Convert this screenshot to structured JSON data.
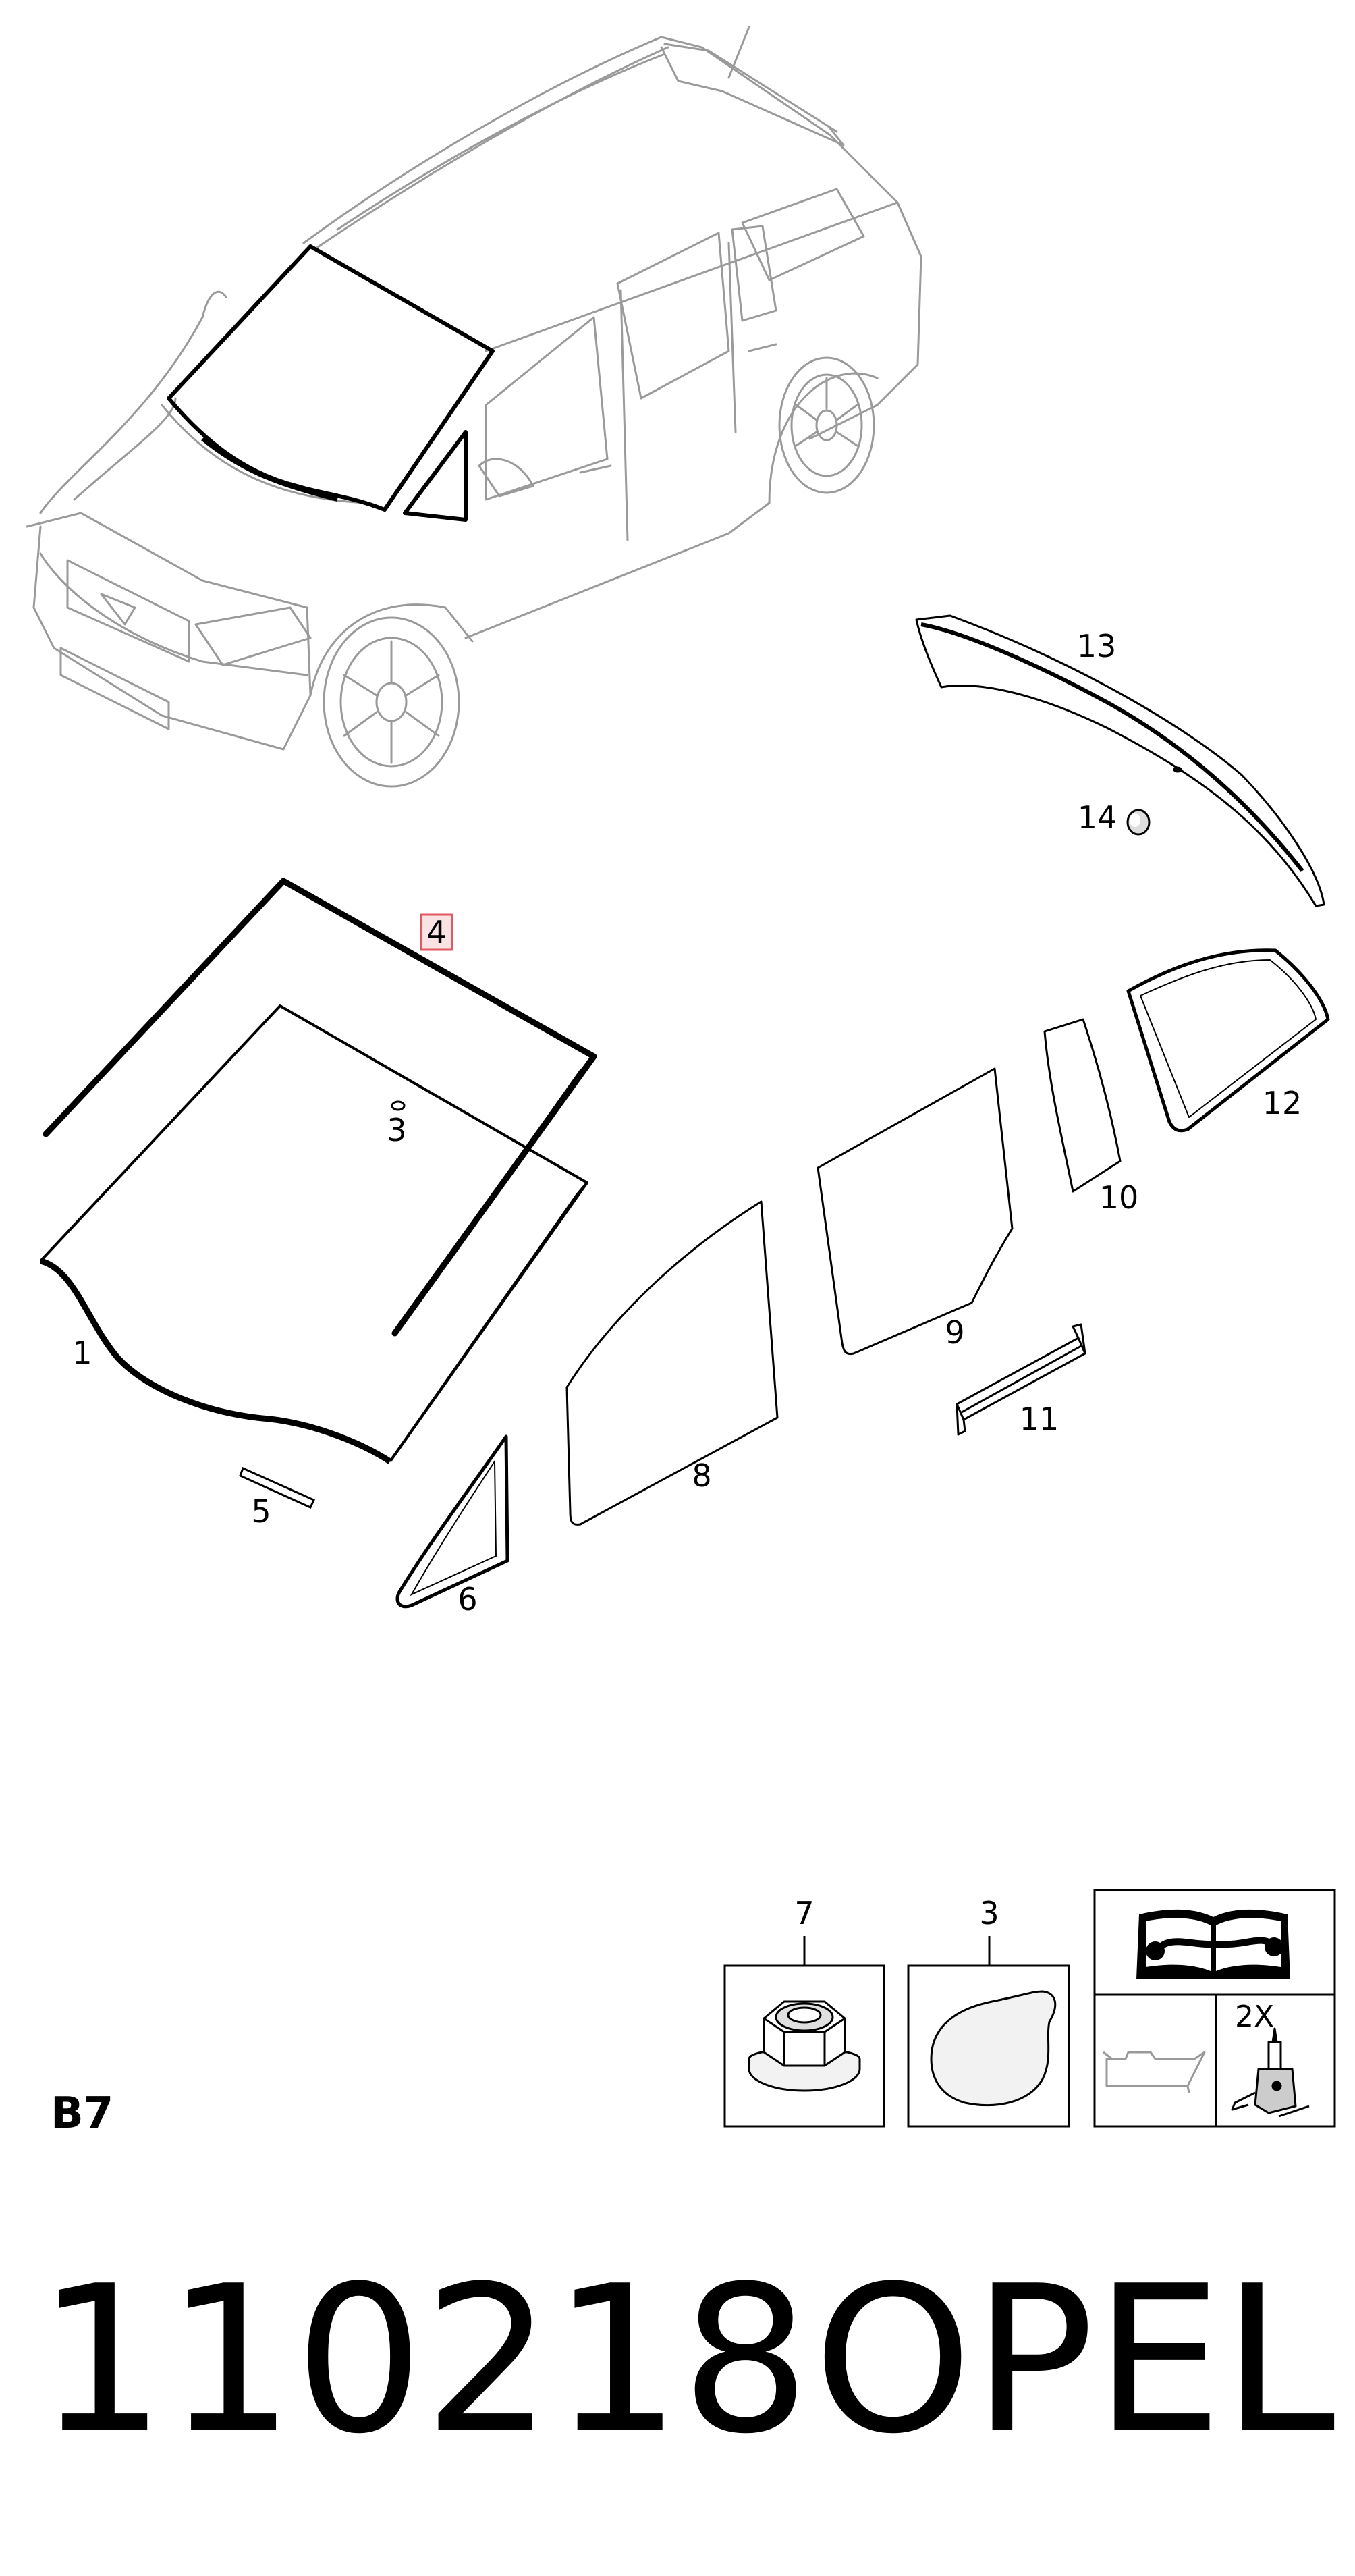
{
  "callouts": {
    "c1": "1",
    "c3a": "3",
    "c4": "4",
    "c5": "5",
    "c6": "6",
    "c8": "8",
    "c9": "9",
    "c10": "10",
    "c11": "11",
    "c12": "12",
    "c13": "13",
    "c14": "14",
    "c7": "7",
    "c3b": "3"
  },
  "qty_label": "2X",
  "section_code": "B7",
  "footer": {
    "code": "110218",
    "brand": "OPEL"
  },
  "colors": {
    "highlight_box": "#e05a60",
    "highlight_fill": "#fbe3e4",
    "line": "#000000",
    "vehicle_line": "#9a9a9a"
  },
  "icons": [
    "vehicle-illustration",
    "manual-wrench-icon",
    "oil-can-icon",
    "adhesive-tube-icon",
    "nut-icon",
    "pad-icon"
  ]
}
